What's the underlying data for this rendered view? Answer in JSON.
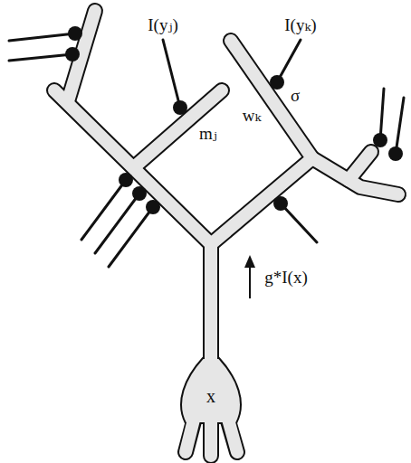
{
  "diagram": {
    "nodes": [
      {
        "text": [
          "x"
        ]
      }
    ],
    "labels": [
      "I(yⱼ)",
      "I(yₖ)",
      "σ",
      "mⱼ",
      "wₖ",
      "g*I(x)"
    ]
  }
}
